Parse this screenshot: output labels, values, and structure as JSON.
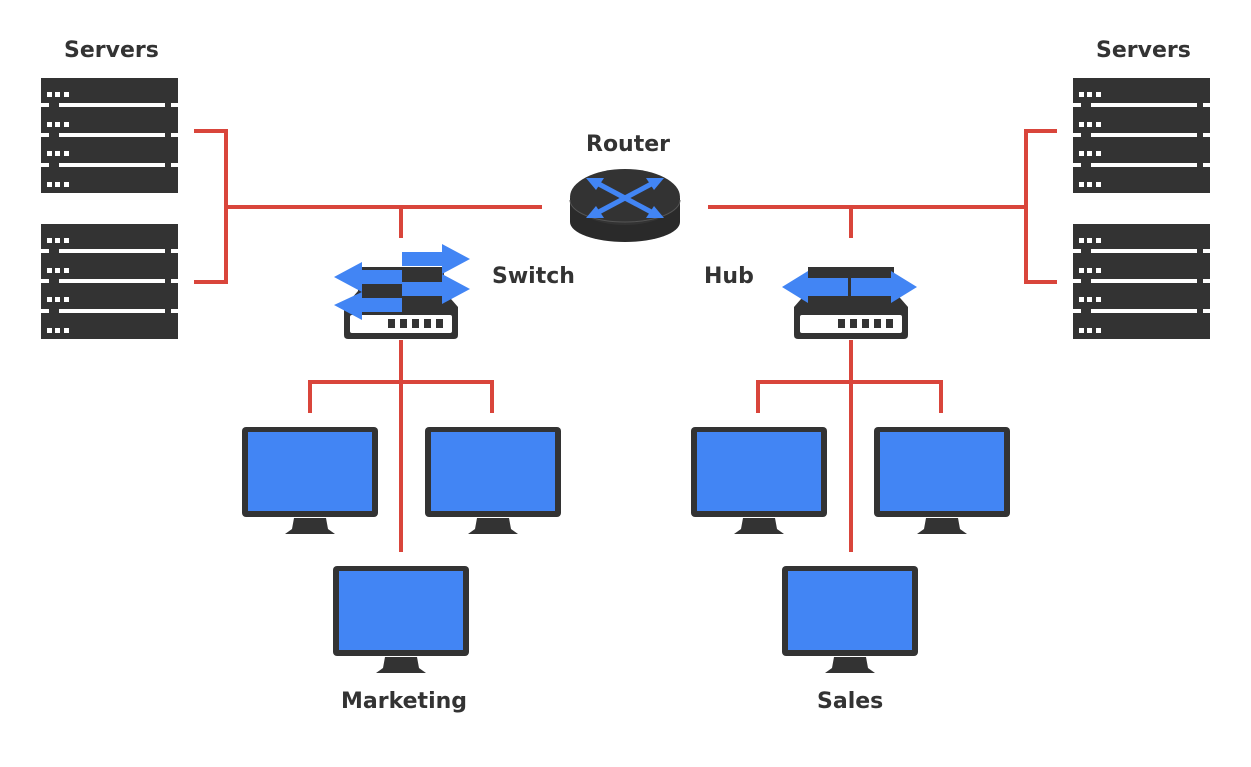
{
  "diagram": {
    "title": "Network with router, switch and hub",
    "colors": {
      "link": "#d9453b",
      "device": "#333333",
      "accent": "#4285f4",
      "text": "#333333",
      "background": "#ffffff"
    },
    "labels": {
      "servers_left": "Servers",
      "servers_right": "Servers",
      "router": "Router",
      "switch": "Switch",
      "hub": "Hub",
      "marketing": "Marketing",
      "sales": "Sales"
    },
    "nodes": [
      {
        "id": "servers-left",
        "type": "server-group",
        "racks": 2,
        "units_per_rack": 4
      },
      {
        "id": "servers-right",
        "type": "server-group",
        "racks": 2,
        "units_per_rack": 4
      },
      {
        "id": "router",
        "type": "router"
      },
      {
        "id": "switch",
        "type": "switch",
        "ports": 5
      },
      {
        "id": "hub",
        "type": "hub",
        "ports": 5
      },
      {
        "id": "marketing",
        "type": "workstation-group",
        "computers": 3
      },
      {
        "id": "sales",
        "type": "workstation-group",
        "computers": 3
      }
    ],
    "edges": [
      {
        "from": "servers-left",
        "to": "router"
      },
      {
        "from": "servers-left",
        "to": "switch"
      },
      {
        "from": "router",
        "to": "servers-right"
      },
      {
        "from": "router",
        "to": "hub"
      },
      {
        "from": "switch",
        "to": "marketing"
      },
      {
        "from": "hub",
        "to": "sales"
      }
    ]
  }
}
